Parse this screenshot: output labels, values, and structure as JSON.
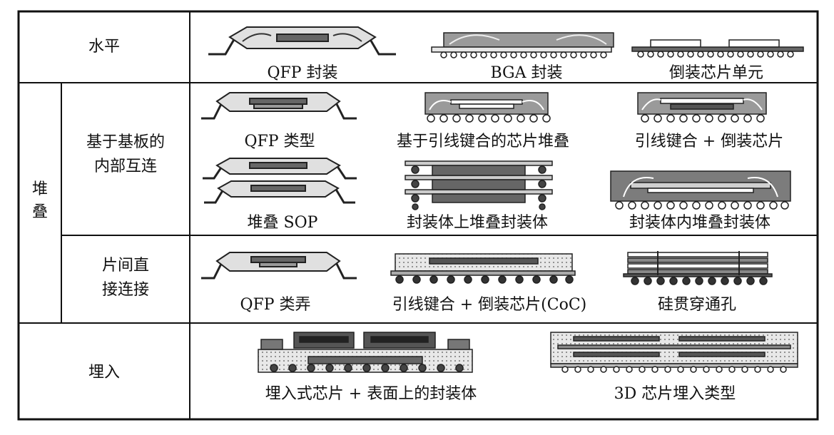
{
  "rows": {
    "horizontal": {
      "label": "水平",
      "items": [
        "QFP 封装",
        "BGA 封装",
        "倒装芯片单元"
      ]
    },
    "stacked": {
      "label": "堆叠",
      "substrate": {
        "label_line1": "基于基板的",
        "label_line2": "内部互连",
        "items": [
          "QFP 类型",
          "基于引线键合的芯片堆叠",
          "引线键合 + 倒装芯片",
          "堆叠 SOP",
          "封装体上堆叠封装体",
          "封装体内堆叠封装体"
        ]
      },
      "direct": {
        "label_line1": "片间直",
        "label_line2": "接连接",
        "items": [
          "QFP 类弄",
          "引线键合 + 倒装芯片(CoC)",
          "硅贯穿通孔"
        ]
      }
    },
    "embedded": {
      "label": "埋入",
      "items": [
        "埋入式芯片 + 表面上的封装体",
        "3D 芯片埋入类型"
      ]
    }
  },
  "colors": {
    "border": "#111111",
    "mold": "#d8d8d8",
    "chip": "#9a9a9a",
    "dark": "#555555",
    "ball": "#3a3a3a"
  }
}
